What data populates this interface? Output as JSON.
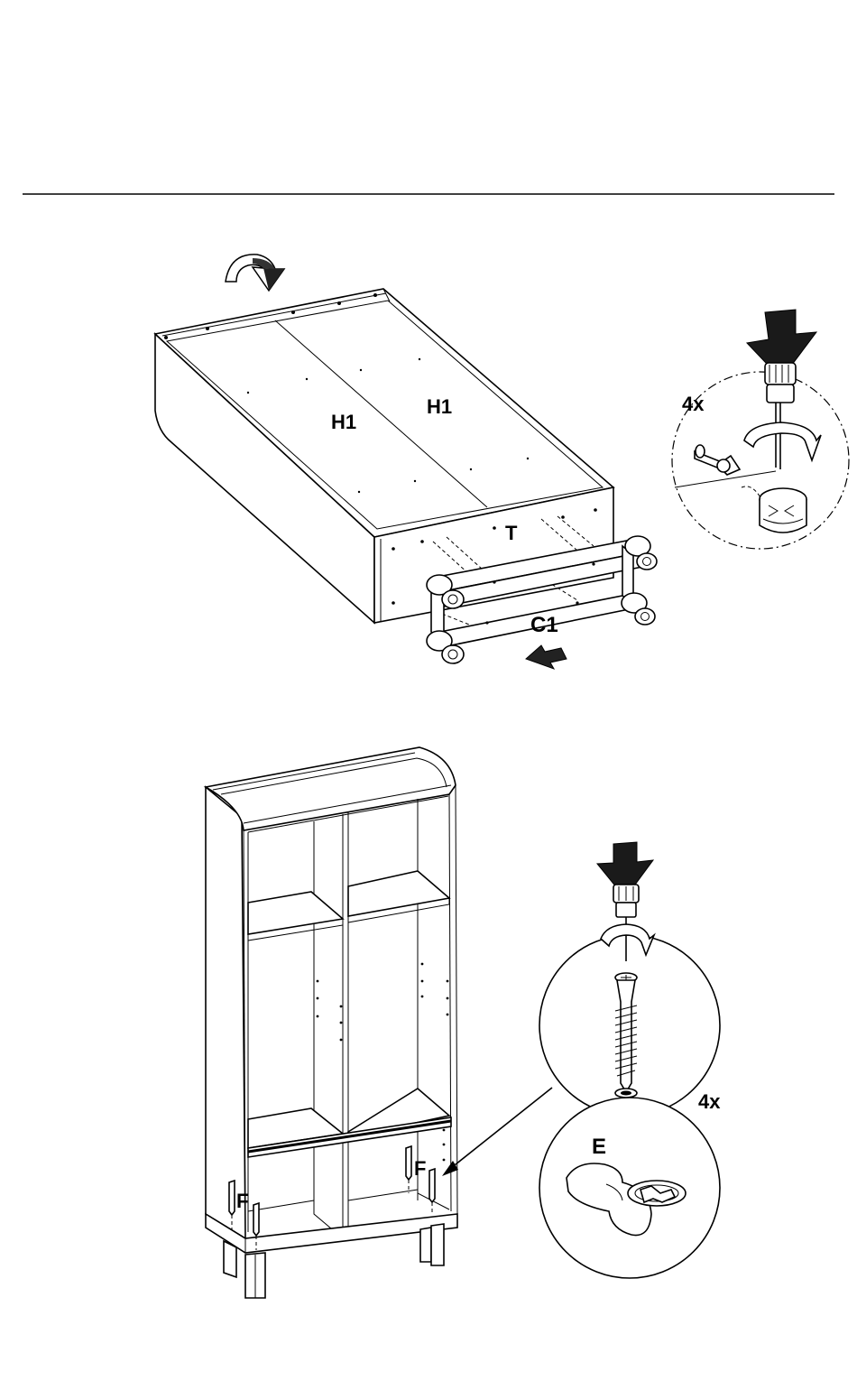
{
  "labels": {
    "panel_h1_left": "H1",
    "panel_h1_right": "H1",
    "part_t": "T",
    "part_c1": "C1",
    "count_top": "4x",
    "count_bottom": "4x",
    "part_e": "E",
    "part_f_left": "F",
    "part_f_right": "F"
  },
  "icons": {
    "rotate": "curved-rotate-arrow-icon",
    "press": "down-press-arrow-icon",
    "slide": "insert-arrow-icon"
  }
}
